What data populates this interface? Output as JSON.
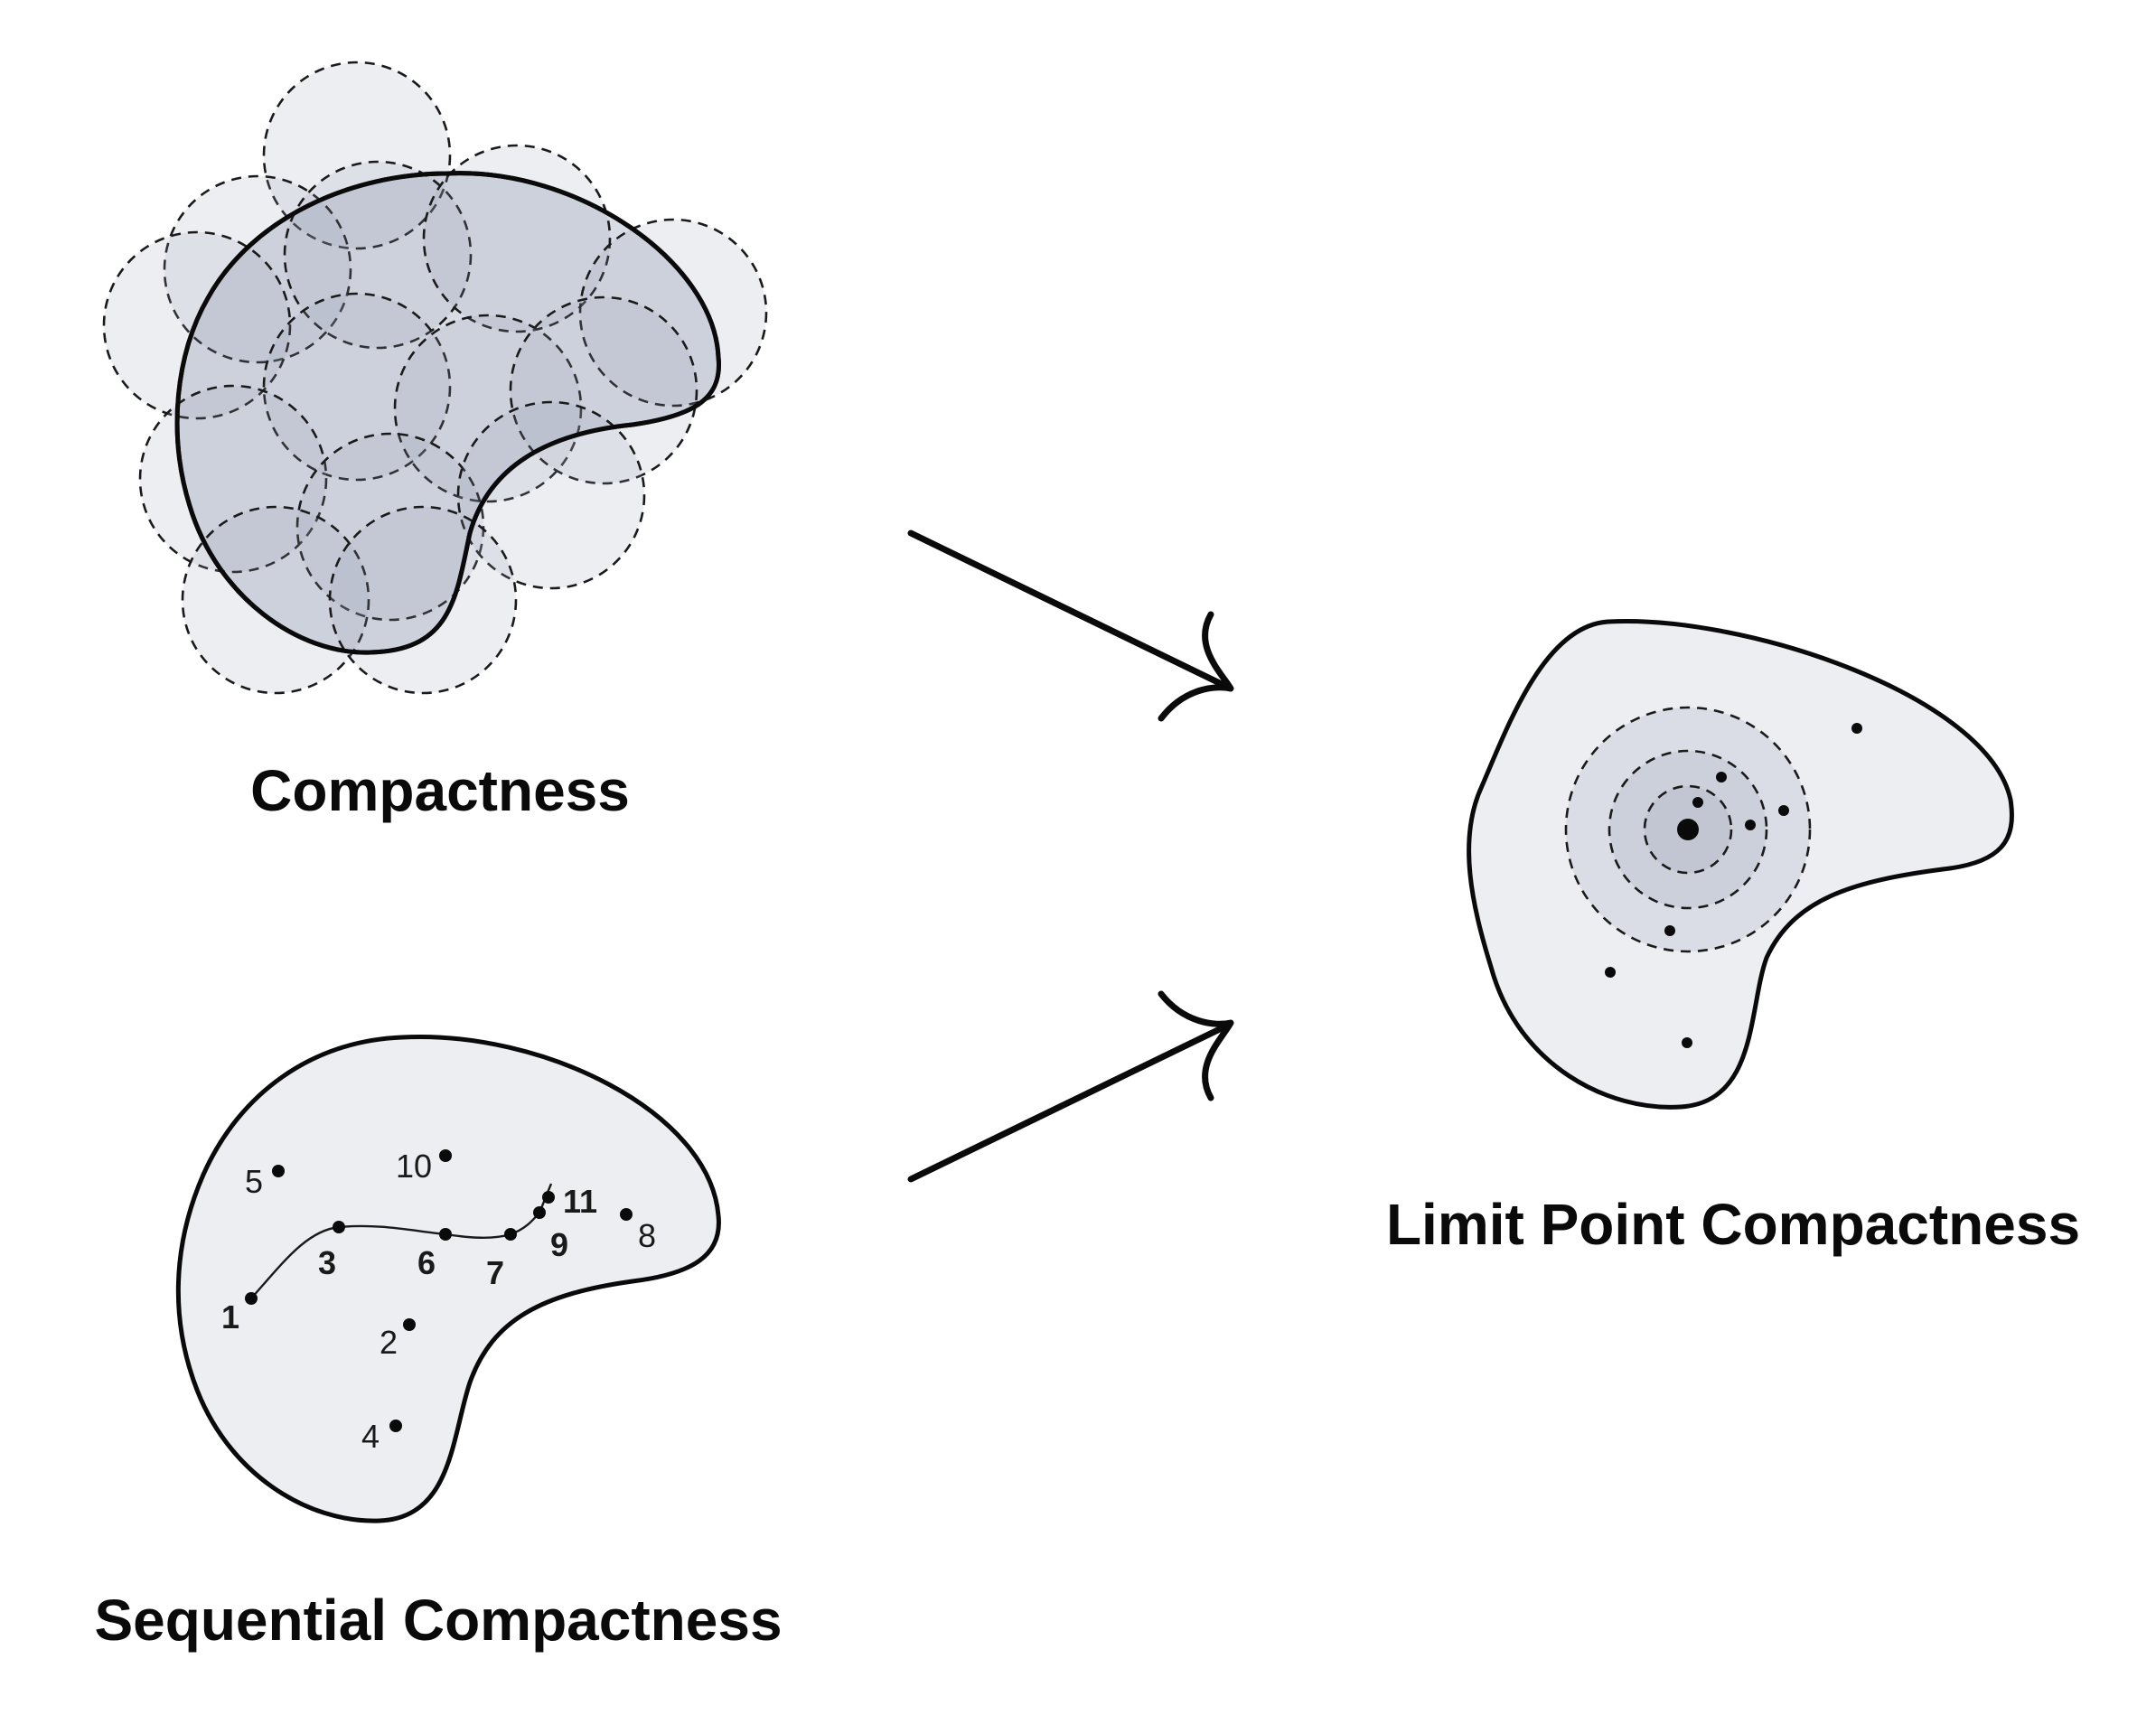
{
  "captions": {
    "compactness": "Compactness",
    "sequential": "Sequential Compactness",
    "limit_point": "Limit Point Compactness"
  },
  "sequence_labels": [
    {
      "text": "1",
      "bold": true
    },
    {
      "text": "2",
      "bold": false
    },
    {
      "text": "3",
      "bold": true
    },
    {
      "text": "4",
      "bold": false
    },
    {
      "text": "5",
      "bold": false
    },
    {
      "text": "6",
      "bold": true
    },
    {
      "text": "7",
      "bold": true
    },
    {
      "text": "8",
      "bold": false
    },
    {
      "text": "9",
      "bold": true
    },
    {
      "text": "10",
      "bold": false
    },
    {
      "text": "11",
      "bold": true
    }
  ],
  "colors": {
    "outline": "#0a0a0a",
    "cover_fill": "#9aa3b5",
    "blob_fill_light": "#eceef2",
    "blob_fill_dark": "#d8dce4"
  },
  "icons": [
    "arrow-right-down-icon",
    "arrow-right-up-icon"
  ]
}
